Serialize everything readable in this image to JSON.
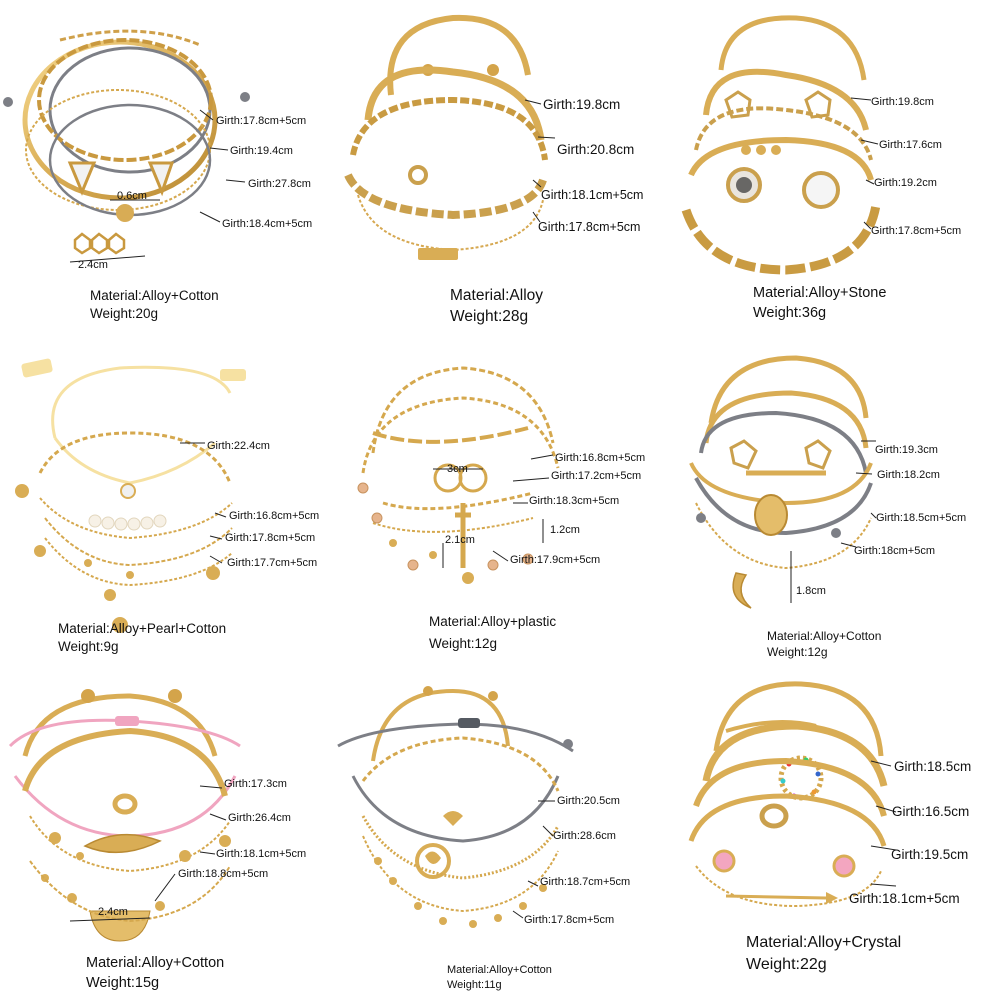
{
  "products": [
    {
      "girths": [
        "Girth:17.8cm+5cm",
        "Girth:19.4cm",
        "Girth:27.8cm",
        "Girth:18.4cm+5cm"
      ],
      "measures": [
        "0.6cm",
        "2.4cm"
      ],
      "material": "Material:Alloy+Cotton",
      "weight": "Weight:20g"
    },
    {
      "girths": [
        "Girth:19.8cm",
        "Girth:20.8cm",
        "Girth:18.1cm+5cm",
        "Girth:17.8cm+5cm"
      ],
      "measures": [],
      "material": "Material:Alloy",
      "weight": "Weight:28g"
    },
    {
      "girths": [
        "Girth:19.8cm",
        "Girth:17.6cm",
        "Girth:19.2cm",
        "Girth:17.8cm+5cm"
      ],
      "measures": [],
      "material": "Material:Alloy+Stone",
      "weight": "Weight:36g"
    },
    {
      "girths": [
        "Girth:22.4cm",
        "Girth:16.8cm+5cm",
        "Girth:17.8cm+5cm",
        "Girth:17.7cm+5cm"
      ],
      "measures": [],
      "material": "Material:Alloy+Pearl+Cotton",
      "weight": "Weight:9g"
    },
    {
      "girths": [
        "Girth:16.8cm+5cm",
        "Girth:17.2cm+5cm",
        "Girth:18.3cm+5cm",
        "Girth:17.9cm+5cm"
      ],
      "measures": [
        "3cm",
        "1.2cm",
        "2.1cm"
      ],
      "material": "Material:Alloy+plastic",
      "weight": "Weight:12g"
    },
    {
      "girths": [
        "Girth:19.3cm",
        "Girth:18.2cm",
        "Girth:18.5cm+5cm",
        "Girth:18cm+5cm"
      ],
      "measures": [
        "1.8cm"
      ],
      "material": "Material:Alloy+Cotton",
      "weight": "Weight:12g"
    },
    {
      "girths": [
        "Girth:17.3cm",
        "Girth:26.4cm",
        "Girth:18.1cm+5cm",
        "Girth:18.8cm+5cm"
      ],
      "measures": [
        "2.4cm"
      ],
      "material": "Material:Alloy+Cotton",
      "weight": "Weight:15g"
    },
    {
      "girths": [
        "Girth:20.5cm",
        "Girth:28.6cm",
        "Girth:18.7cm+5cm",
        "Girth:17.8cm+5cm"
      ],
      "measures": [],
      "material": "Material:Alloy+Cotton",
      "weight": "Weight:11g"
    },
    {
      "girths": [
        "Girth:18.5cm",
        "Girth:16.5cm",
        "Girth:19.5cm",
        "Girth:18.1cm+5cm"
      ],
      "measures": [],
      "material": "Material:Alloy+Crystal",
      "weight": "Weight:22g"
    }
  ],
  "colors": {
    "gold": "#d9ad55",
    "gold_dark": "#b98a33",
    "gold_light": "#f3d58e",
    "cord_gray": "#7d7f86",
    "cord_pink": "#f0a5c0",
    "cord_cream": "#f6e1a2",
    "marble": "#f2f2f2",
    "crystal_pink": "#f3a6c0",
    "text": "#111111"
  }
}
